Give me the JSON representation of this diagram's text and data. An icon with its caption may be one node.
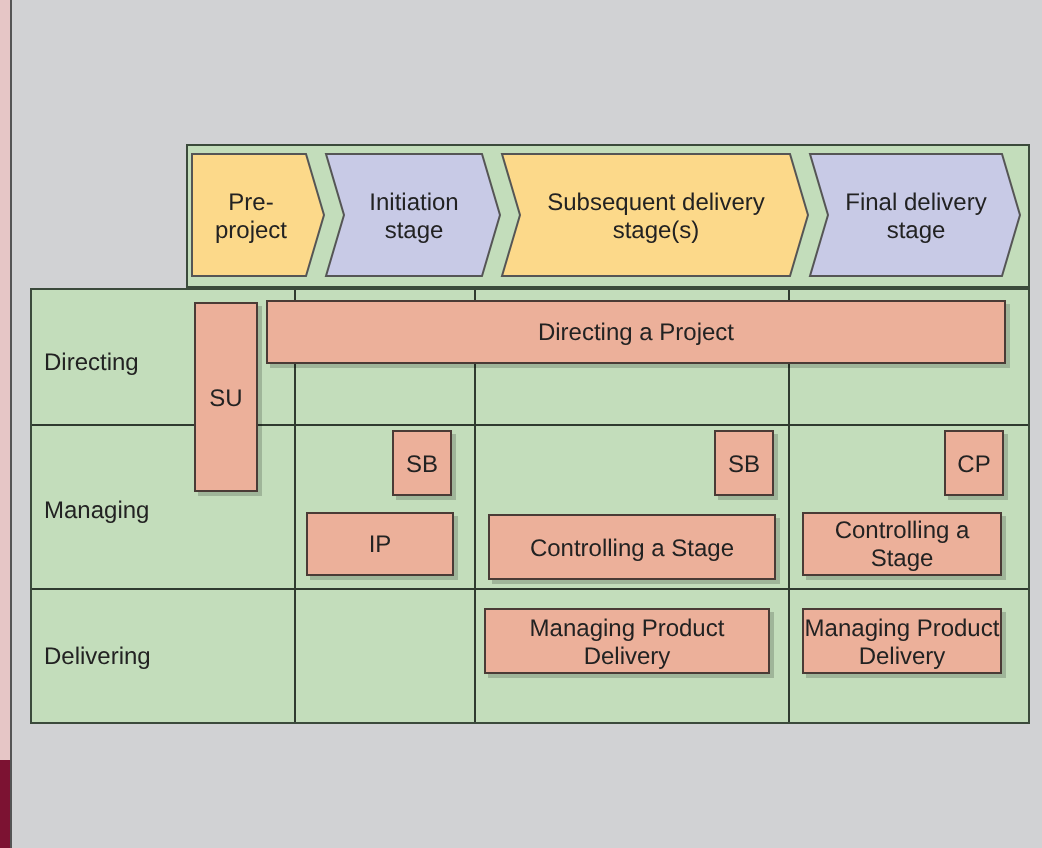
{
  "diagram": {
    "nodes": [
      {
        "text": [
          "Pre-project"
        ]
      },
      {
        "text": [
          "Initiation stage"
        ]
      },
      {
        "text": [
          "Subsequent delivery stage(s)"
        ]
      },
      {
        "text": [
          "Final delivery stage"
        ]
      },
      {
        "text": [
          "SU"
        ]
      },
      {
        "text": [
          "Directing a Project"
        ]
      },
      {
        "text": [
          "SB"
        ]
      },
      {
        "text": [
          "SB"
        ]
      },
      {
        "text": [
          "CP"
        ]
      },
      {
        "text": [
          "IP"
        ]
      },
      {
        "text": [
          "Controlling a Stage"
        ]
      },
      {
        "text": [
          "Controlling a Stage"
        ]
      },
      {
        "text": [
          "Managing Product Delivery"
        ]
      },
      {
        "text": [
          "Managing Product Delivery"
        ]
      }
    ],
    "edges": [],
    "labels": [
      "Directing",
      "Managing",
      "Delivering"
    ]
  }
}
